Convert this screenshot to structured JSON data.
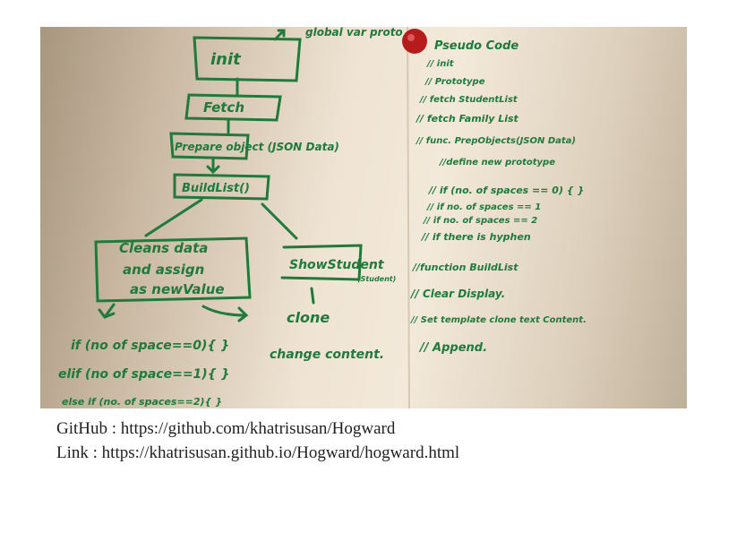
{
  "flowchart": {
    "global_note": "global var proto",
    "init": "init",
    "fetch": "Fetch",
    "prepare": "Prepare object (JSON Data)",
    "build": "BuildList()",
    "cleans_line1": "Cleans data",
    "cleans_line2": "and assign",
    "cleans_line3": "as newValue",
    "show": "ShowStudent",
    "show_param": "(Student)",
    "clone": "clone",
    "change": "change content.",
    "cond1": "if (no of space==0){ }",
    "cond2": "elif (no of space==1){ }",
    "cond3": "else if (no. of spaces==2){ }"
  },
  "pseudo_code": {
    "title": "Pseudo Code",
    "lines": [
      "// init",
      "// Prototype",
      "// fetch StudentList",
      "// fetch Family List",
      "// func. PrepObjects(JSON Data)",
      "//define new prototype",
      "// if (no. of spaces == 0) { }",
      "// if no. of spaces == 1",
      "// if no. of spaces == 2",
      "// if there is hyphen",
      "//function BuildList",
      "// Clear Display.",
      "// Set template clone text Content.",
      "// Append."
    ]
  },
  "colors": {
    "marker_green": "#1f7a3c",
    "pin_red": "#b71c1c"
  },
  "footer": {
    "github": "GitHub : https://github.com/khatrisusan/Hogward",
    "link": "Link : https://khatrisusan.github.io/Hogward/hogward.html"
  }
}
